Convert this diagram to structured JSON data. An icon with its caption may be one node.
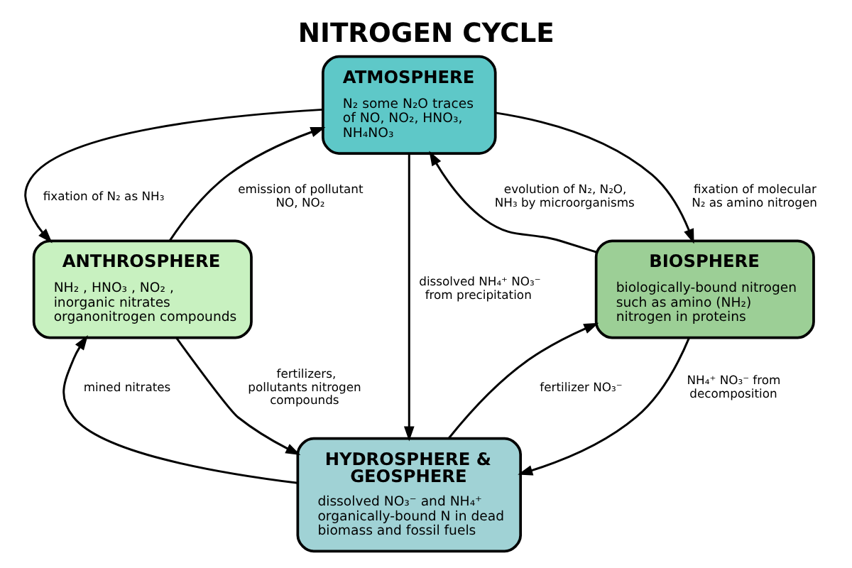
{
  "diagram": {
    "title": "NITROGEN CYCLE",
    "nodes": [
      {
        "text": [
          "ATMOSPHERE",
          "N₂ some N₂O traces of NO, NO₂, HNO₃, NH₄NO₃"
        ]
      },
      {
        "text": [
          "ANTHROSPHERE",
          "NH₂ , HNO₃ , NO₂ , inorganic nitrates organonitrogen compounds"
        ]
      },
      {
        "text": [
          "BIOSPHERE",
          "biologically-bound nitrogen such as amino (NH₂) nitrogen in proteins"
        ]
      },
      {
        "text": [
          "HYDROSPHERE & GEOSPHERE",
          "dissolved NO₃⁻ and NH₄⁺ organically-bound N in dead biomass and fossil fuels"
        ]
      }
    ],
    "edges": [
      {
        "from": 0,
        "to": 1,
        "arrow": "to",
        "label": "fixation of N₂ as NH₃"
      },
      {
        "from": 1,
        "to": 0,
        "arrow": "to",
        "label": "emission of pollutant NO, NO₂"
      },
      {
        "from": 0,
        "to": 3,
        "arrow": "to",
        "label": "dissolved NH₄⁺ NO₃⁻ from precipitation"
      },
      {
        "from": 2,
        "to": 0,
        "arrow": "to",
        "label": "evolution of N₂, N₂O, NH₃ by microorganisms"
      },
      {
        "from": 0,
        "to": 2,
        "arrow": "to",
        "label": "fixation of molecular N₂ as amino nitrogen"
      },
      {
        "from": 1,
        "to": 3,
        "arrow": "to",
        "label": "fertilizers, pollutants nitrogen compounds"
      },
      {
        "from": 3,
        "to": 1,
        "arrow": "to",
        "label": "mined nitrates"
      },
      {
        "from": 3,
        "to": 2,
        "arrow": "to",
        "label": "fertilizer NO₃⁻"
      },
      {
        "from": 2,
        "to": 3,
        "arrow": "to",
        "label": "NH₄⁺ NO₃⁻ from decomposition"
      }
    ]
  }
}
